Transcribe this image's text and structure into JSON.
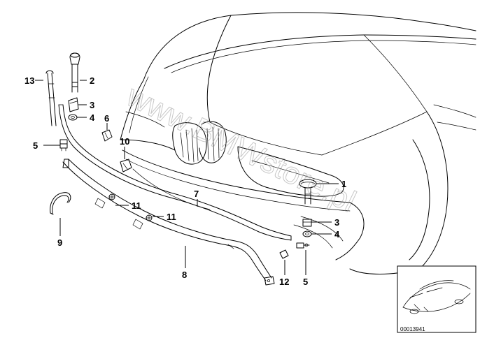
{
  "diagram": {
    "watermark": "www.BMWstore.pl",
    "document_number": "00013941",
    "callouts": [
      {
        "id": "c13",
        "label": "13"
      },
      {
        "id": "c2",
        "label": "2"
      },
      {
        "id": "c3a",
        "label": "3"
      },
      {
        "id": "c4a",
        "label": "4"
      },
      {
        "id": "c6",
        "label": "6"
      },
      {
        "id": "c5a",
        "label": "5"
      },
      {
        "id": "c10",
        "label": "10"
      },
      {
        "id": "c7",
        "label": "7"
      },
      {
        "id": "c1",
        "label": "1"
      },
      {
        "id": "c11a",
        "label": "11"
      },
      {
        "id": "c11b",
        "label": "11"
      },
      {
        "id": "c9",
        "label": "9"
      },
      {
        "id": "c3b",
        "label": "3"
      },
      {
        "id": "c4b",
        "label": "4"
      },
      {
        "id": "c8",
        "label": "8"
      },
      {
        "id": "c12",
        "label": "12"
      },
      {
        "id": "c5b",
        "label": "5"
      }
    ]
  }
}
